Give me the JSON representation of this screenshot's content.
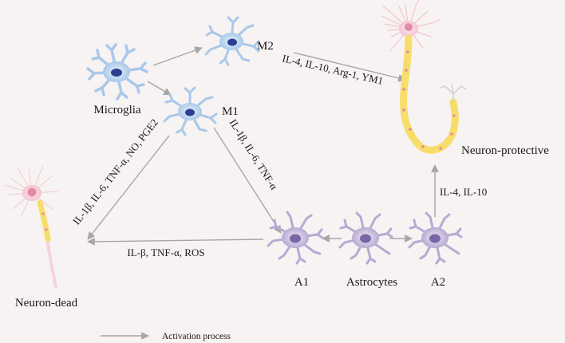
{
  "nodes": {
    "microglia": "Microglia",
    "m1": "M1",
    "m2": "M2",
    "astrocytes": "Astrocytes",
    "a1": "A1",
    "a2": "A2",
    "neuron_protective": "Neuron-protective",
    "neuron_dead": "Neuron-dead"
  },
  "edges": {
    "m2_to_neuron": "IL-4, IL-10, Arg-1, YM1",
    "m1_to_dead": "IL-1β, IL-6, TNF-α, NO, PGE2",
    "m1_to_a1": "IL-1β, IL-6, TNF-α",
    "a1_to_dead": "IL-β, TNF-α, ROS",
    "a2_to_neuron": "IL-4, IL-10"
  },
  "legend": {
    "label": "Activation process"
  },
  "colors": {
    "arrow": "#a6a6a6",
    "microglia": "#a9c8ea",
    "microglia_nucleus": "#2c3d8f",
    "astrocyte": "#bdb1d8",
    "astrocyte_nucleus": "#7a64a6",
    "neuron_body": "#f6d2dc",
    "neuron_nucleus": "#e58aa6",
    "myelin": "#f7dd6a",
    "background": "#f7f3f2"
  }
}
